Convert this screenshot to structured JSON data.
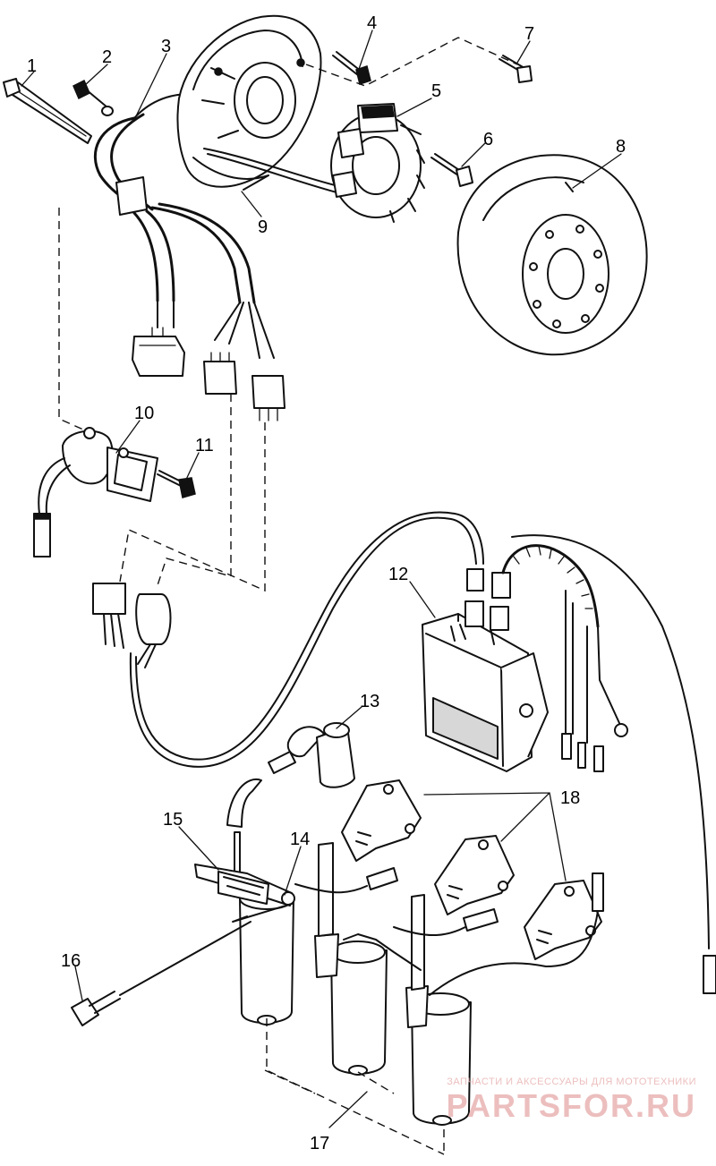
{
  "callouts": [
    {
      "id": "1",
      "label": "1"
    },
    {
      "id": "2",
      "label": "2"
    },
    {
      "id": "3",
      "label": "3"
    },
    {
      "id": "4",
      "label": "4"
    },
    {
      "id": "5",
      "label": "5"
    },
    {
      "id": "6",
      "label": "6"
    },
    {
      "id": "7",
      "label": "7"
    },
    {
      "id": "8",
      "label": "8"
    },
    {
      "id": "9",
      "label": "9"
    },
    {
      "id": "10",
      "label": "10"
    },
    {
      "id": "11",
      "label": "11"
    },
    {
      "id": "12",
      "label": "12"
    },
    {
      "id": "13",
      "label": "13"
    },
    {
      "id": "14",
      "label": "14"
    },
    {
      "id": "15",
      "label": "15"
    },
    {
      "id": "16",
      "label": "16"
    },
    {
      "id": "17",
      "label": "17"
    },
    {
      "id": "18",
      "label": "18"
    }
  ],
  "watermark": {
    "tagline": "ЗАПЧАСТИ И АКСЕССУАРЫ ДЛЯ МОТОТЕХНИКИ",
    "brand": "PARTSFOR.RU",
    "color": "#e9b3b3"
  }
}
